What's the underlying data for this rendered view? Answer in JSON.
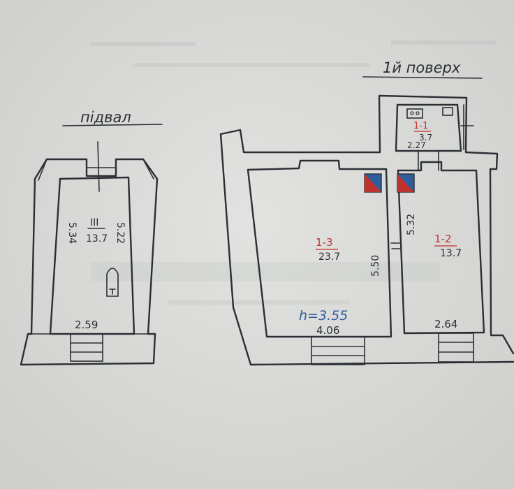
{
  "headings": {
    "basement": "підвал",
    "floor1": "1й поверх"
  },
  "basement_room": {
    "number": "III",
    "area": "13.7",
    "length_left": "5.34",
    "length_right": "5.22",
    "width": "2.59"
  },
  "room_1_1": {
    "number": "1-1",
    "area": "3.7",
    "width": "2.27"
  },
  "room_1_2": {
    "number": "1-2",
    "area": "13.7",
    "length": "5.32",
    "width": "2.64"
  },
  "room_1_3": {
    "number": "1-3",
    "area": "23.7",
    "length": "5.50",
    "width": "4.06",
    "height": "h=3.55"
  },
  "colors": {
    "ink": "#2b2f34",
    "red": "#c0322e",
    "blue": "#2f5d9e",
    "paper": "#d9dad8"
  }
}
